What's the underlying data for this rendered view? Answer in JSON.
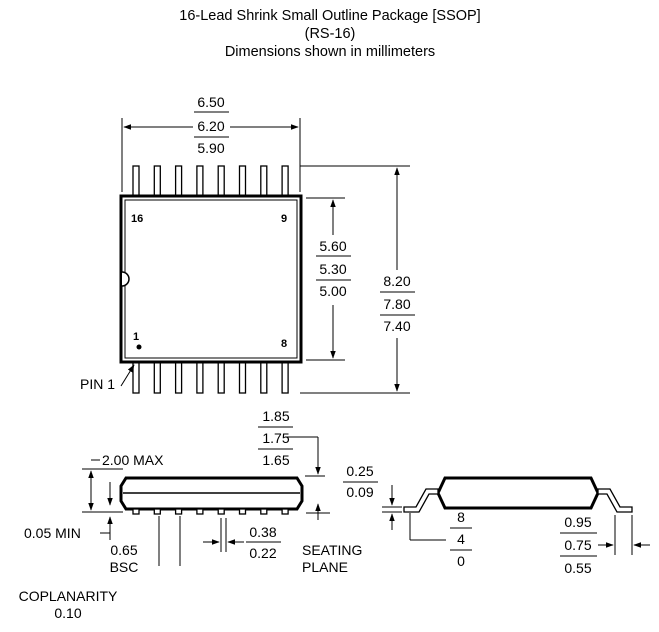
{
  "title": {
    "line1": "16-Lead Shrink Small Outline Package [SSOP]",
    "line2": "(RS-16)",
    "line3": "Dimensions shown in millimeters"
  },
  "top_view": {
    "body_width": {
      "max": "6.50",
      "nom": "6.20",
      "min": "5.90"
    },
    "body_length": {
      "max": "5.60",
      "nom": "5.30",
      "min": "5.00"
    },
    "overall_length": {
      "max": "8.20",
      "nom": "7.80",
      "min": "7.40"
    },
    "pin_labels": {
      "top_left": "16",
      "top_right": "9",
      "bottom_left": "1",
      "bottom_right": "8"
    },
    "pin1_label": "PIN 1",
    "leads_per_side": 8
  },
  "side_view": {
    "max_height": "2.00 MAX",
    "standoff": "0.05 MIN",
    "pitch": {
      "value": "0.65",
      "note": "BSC"
    },
    "lead_width": {
      "max": "0.38",
      "min": "0.22"
    },
    "body_thickness": {
      "max": "1.85",
      "nom": "1.75",
      "min": "1.65"
    },
    "seating_plane": {
      "line1": "SEATING",
      "line2": "PLANE"
    },
    "coplanarity": {
      "label": "COPLANARITY",
      "value": "0.10"
    }
  },
  "end_view": {
    "lead_thickness": {
      "max": "0.25",
      "min": "0.09"
    },
    "angle": {
      "max": "8",
      "nom": "4",
      "min": "0"
    },
    "foot_length": {
      "max": "0.95",
      "nom": "0.75",
      "min": "0.55"
    }
  }
}
